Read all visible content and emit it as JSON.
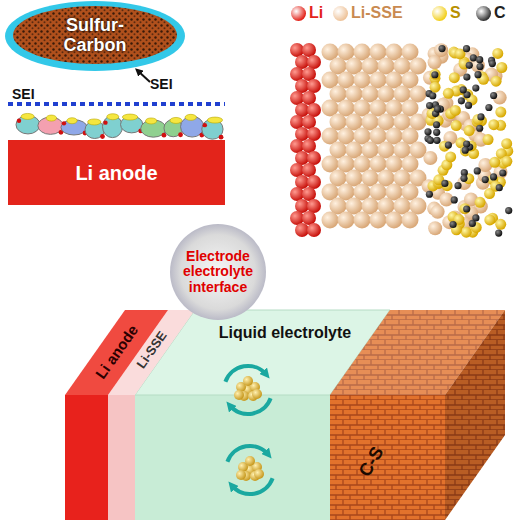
{
  "diagram": {
    "nodes": [
      {
        "text": [
          "Sulfur-Carbon"
        ]
      },
      {
        "text": [
          "Li anode"
        ]
      },
      {
        "text": [
          "Electrode electrolyte interface"
        ]
      },
      {
        "text": [
          "Li anode"
        ]
      },
      {
        "text": [
          "Li-SSE"
        ]
      },
      {
        "text": [
          "Liquid electrolyte"
        ]
      },
      {
        "text": [
          "C-S"
        ]
      }
    ],
    "labels": [
      "SEI",
      "SEI"
    ],
    "legend": [
      {
        "text": "Li",
        "color": "#e3241b"
      },
      {
        "text": "Li-SSE",
        "color": "#eec39a"
      },
      {
        "text": "S",
        "color": "#f2cf1d"
      },
      {
        "text": "C",
        "color": "#333333"
      }
    ]
  }
}
